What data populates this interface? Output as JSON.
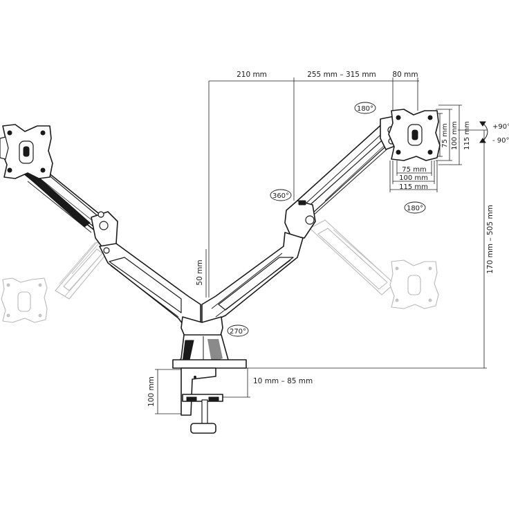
{
  "diagram": {
    "dimensions": {
      "width_left": "210 mm",
      "width_middle": "255 mm – 315 mm",
      "width_right": "80 mm",
      "base_offset": "50 mm",
      "clamp_thickness": "10 mm – 85 mm",
      "clamp_height": "100 mm",
      "height_range": "170 mm – 505 mm"
    },
    "vesa": {
      "v75": "75 mm",
      "v100": "100 mm",
      "v115": "115 mm",
      "h75": "75 mm",
      "h100": "100 mm",
      "h115": "115 mm"
    },
    "angles": {
      "rotate_top": "180°",
      "rotate_bottom": "180°",
      "swivel": "360°",
      "arm_base": "270°",
      "tilt_up": "+90°",
      "tilt_down": "- 90°"
    }
  }
}
